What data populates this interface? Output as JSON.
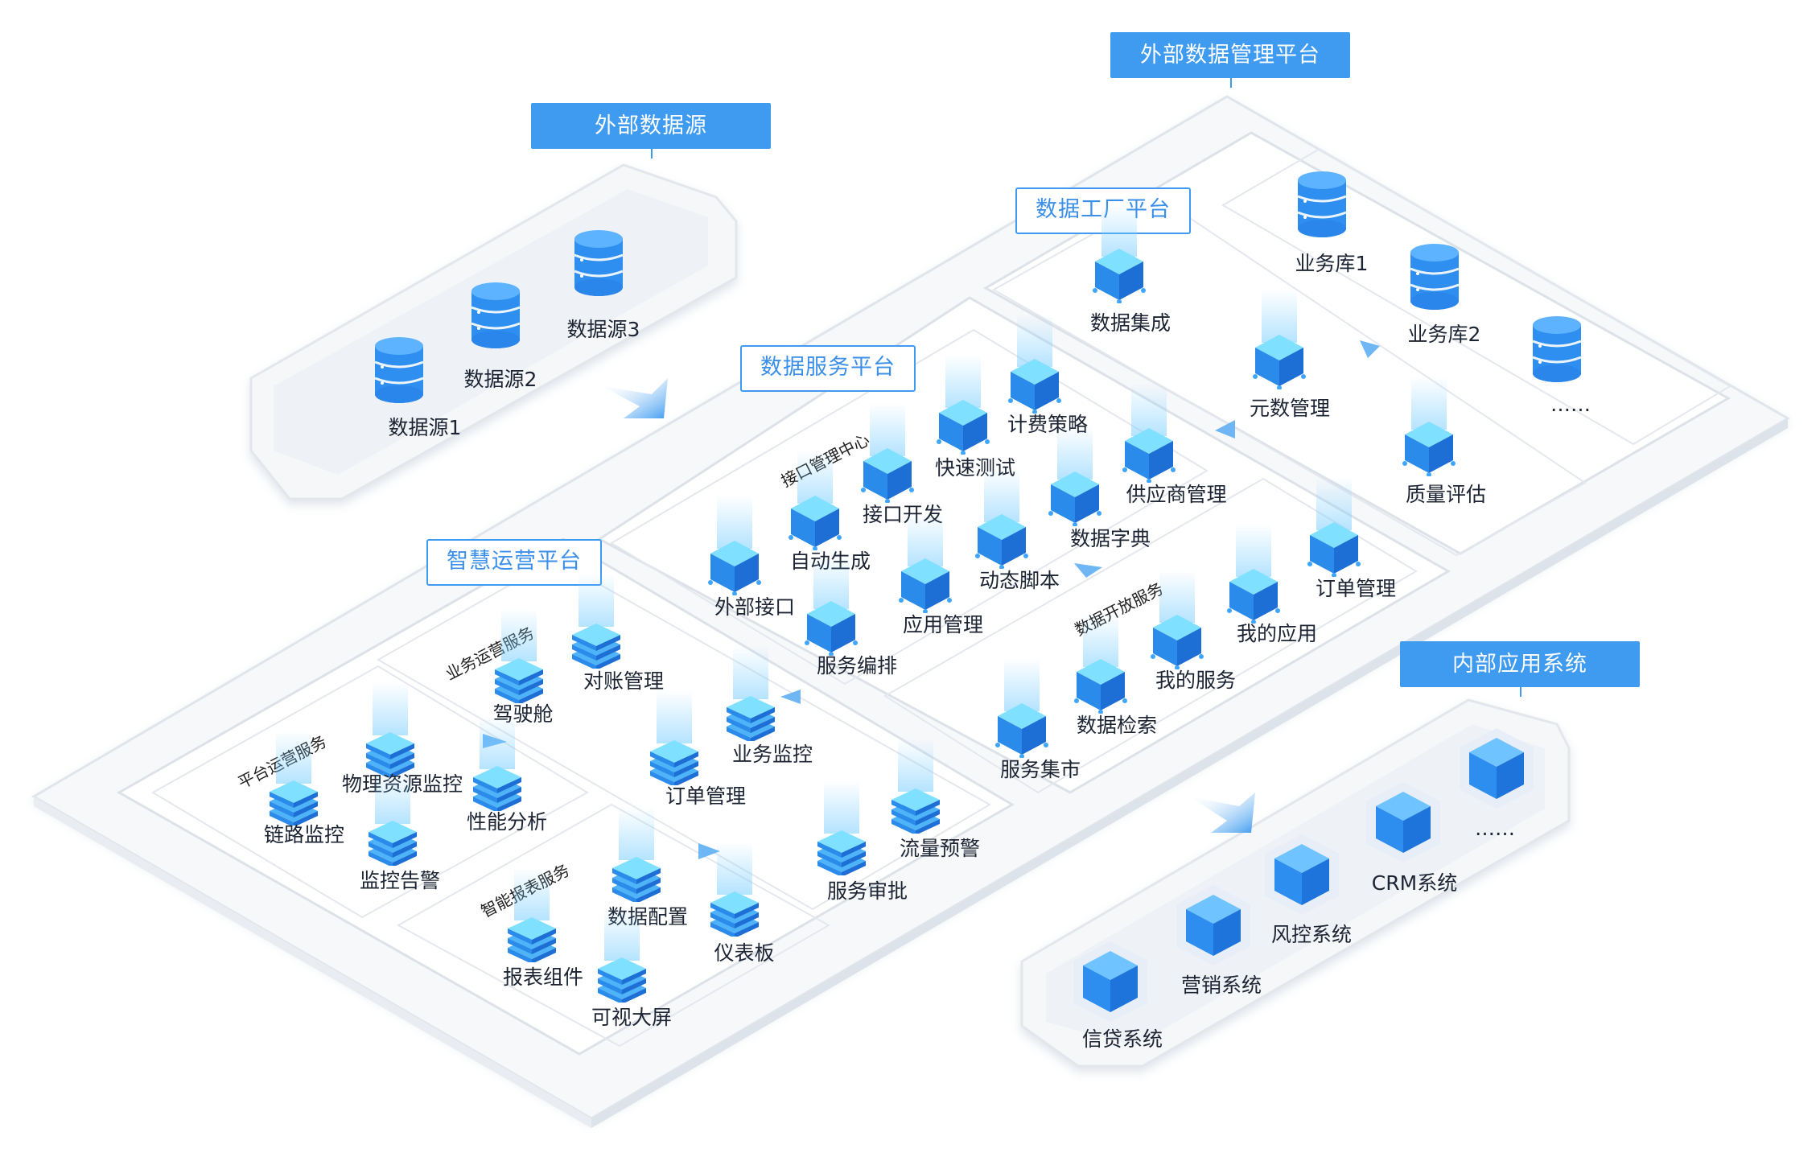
{
  "banners": {
    "external_source": "外部数据源",
    "external_platform": "外部数据管理平台",
    "internal_apps": "内部应用系统"
  },
  "platforms": {
    "data_factory": "数据工厂平台",
    "data_service": "数据服务平台",
    "smart_ops": "智慧运营平台"
  },
  "groups": {
    "interface_center": "接口管理中心",
    "data_open": "数据开放服务",
    "business_ops": "业务运营服务",
    "platform_ops": "平台运营服务",
    "smart_report": "智能报表服务"
  },
  "external_sources": [
    "数据源1",
    "数据源2",
    "数据源3"
  ],
  "factory_items": [
    "数据集成",
    "元数管理",
    "质量评估"
  ],
  "business_dbs": [
    "业务库1",
    "业务库2",
    "……"
  ],
  "interface_items": [
    "计费策略",
    "快速测试",
    "接口开发",
    "自动生成",
    "外部接口",
    "服务编排",
    "应用管理",
    "动态脚本",
    "数据字典",
    "供应商管理"
  ],
  "open_items": [
    "订单管理",
    "我的应用",
    "我的服务",
    "数据检索",
    "服务集市"
  ],
  "business_items": [
    "对账管理",
    "驾驶舱",
    "业务监控",
    "订单管理",
    "服务审批",
    "流量预警"
  ],
  "platform_items": [
    "物理资源监控",
    "性能分析",
    "链路监控",
    "监控告警"
  ],
  "report_items": [
    "数据配置",
    "仪表板",
    "报表组件",
    "可视大屏"
  ],
  "internal_systems": [
    "信贷系统",
    "营销系统",
    "风控系统",
    "CRM系统",
    "……"
  ],
  "colors": {
    "accent": "#3f9bf0",
    "cube_top": "#7fe0ff",
    "cube_left": "#2a8bea",
    "cube_right": "#1d6fd6",
    "frame": "#e4e8ee"
  }
}
